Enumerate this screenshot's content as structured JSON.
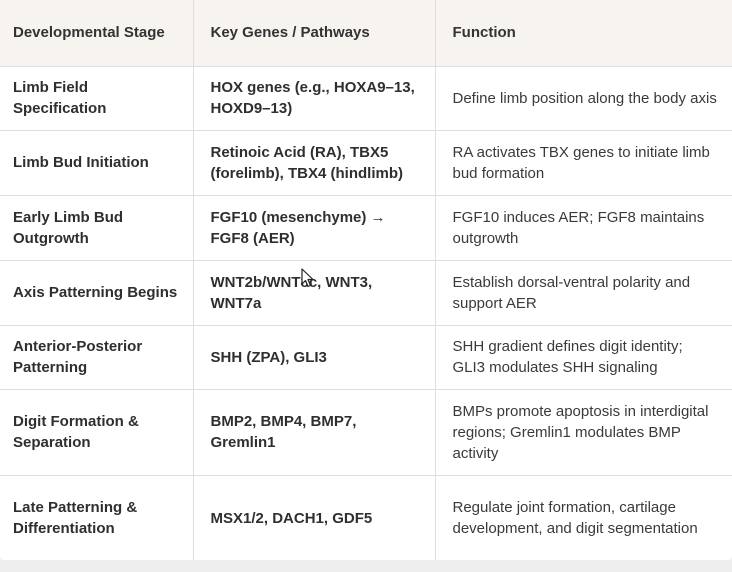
{
  "table": {
    "headers": [
      "Developmental Stage",
      "Key Genes / Pathways",
      "Function"
    ],
    "rows": [
      {
        "stage": "Limb Field Specification",
        "genes": "HOX genes (e.g., HOXA9–13, HOXD9–13)",
        "function": "Define limb position along the body axis"
      },
      {
        "stage": "Limb Bud Initiation",
        "genes": "Retinoic Acid (RA), TBX5 (forelimb), TBX4 (hindlimb)",
        "function": "RA activates TBX genes to initiate limb bud formation"
      },
      {
        "stage": "Early Limb Bud Outgrowth",
        "genes": "FGF10 (mesenchyme) → FGF8 (AER)",
        "function": "FGF10 induces AER; FGF8 maintains outgrowth"
      },
      {
        "stage": "Axis Patterning Begins",
        "genes": "WNT2b/WNT8c, WNT3, WNT7a",
        "function": "Establish dorsal-ventral polarity and support AER"
      },
      {
        "stage": "Anterior-Posterior Patterning",
        "genes": "SHH (ZPA), GLI3",
        "function": "SHH gradient defines digit identity; GLI3 modulates SHH signaling"
      },
      {
        "stage": "Digit Formation & Separation",
        "genes": "BMP2, BMP4, BMP7, Gremlin1",
        "function": "BMPs promote apoptosis in interdigital regions; Gremlin1 modulates BMP activity"
      },
      {
        "stage": "Late Patterning & Differentiation",
        "genes": "MSX1/2, DACH1, GDF5",
        "function": "Regulate joint formation, cartilage development, and digit segmentation"
      }
    ]
  },
  "cursor": {
    "icon": "mouse-pointer-icon",
    "color": "#ffffff"
  }
}
